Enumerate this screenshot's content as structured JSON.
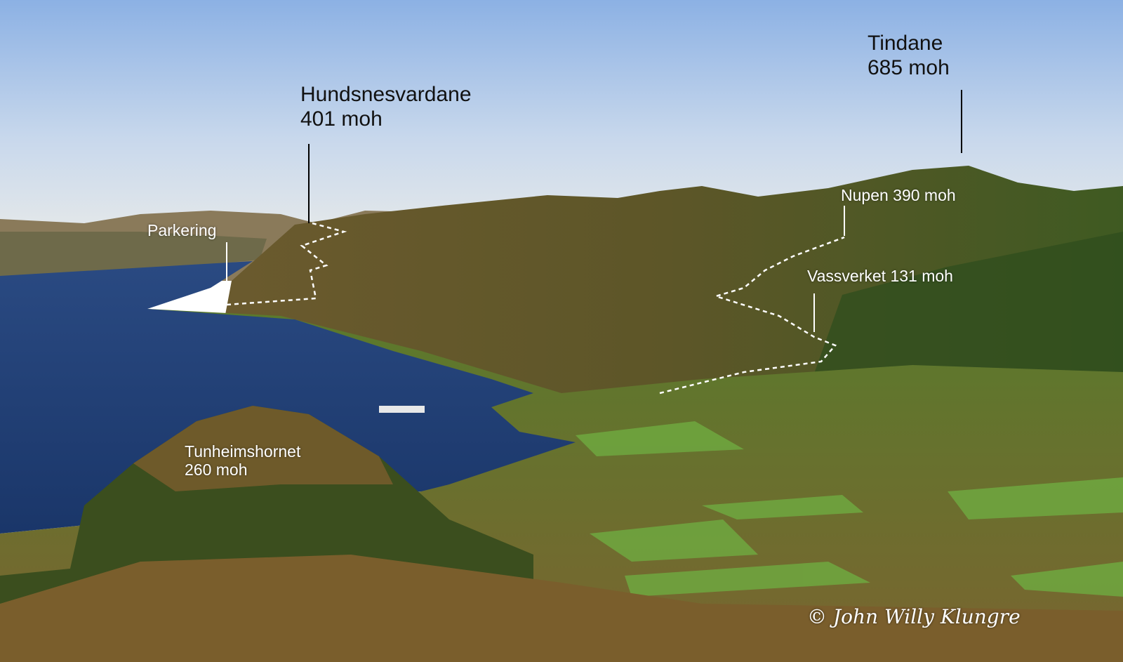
{
  "labels": {
    "tindane": {
      "name": "Tindane",
      "height": "685 moh"
    },
    "hundsnesvardane": {
      "name": "Hundsnesvardane",
      "height": "401 moh"
    },
    "nupen": "Nupen 390 moh",
    "vassverket": "Vassverket 131 moh",
    "parkering": "Parkering",
    "tunheimshornet": {
      "name": "Tunheimshornet",
      "height": "260 moh"
    }
  },
  "copyright": "© John Willy Klungre",
  "colors": {
    "sky_top": "#8fb3e3",
    "sky_bottom": "#dfe6ee",
    "fjord": "#1e3f78",
    "mountain": "#5f5a2c",
    "field": "#5f9a3a"
  }
}
